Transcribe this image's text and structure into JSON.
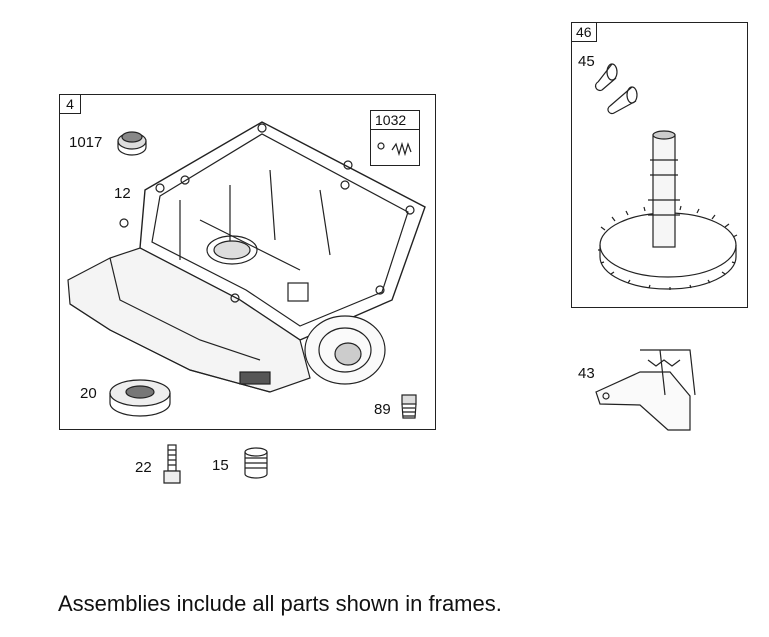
{
  "frames": {
    "main": {
      "tag": "4"
    },
    "sub": {
      "tag": "1032"
    },
    "right": {
      "tag": "46"
    }
  },
  "callouts": {
    "p1017": "1017",
    "p12": "12",
    "p20": "20",
    "p89": "89",
    "p22": "22",
    "p15": "15",
    "p45": "45",
    "p43": "43"
  },
  "footer": "Assemblies include all parts shown in frames.",
  "icons": [
    "sump-housing-icon",
    "oil-seal-icon",
    "drain-plug-icon",
    "bolt-icon",
    "plug-icon",
    "pin-icon",
    "camshaft-gear-icon",
    "governor-bracket-icon",
    "grommet-icon",
    "valve-spring-icon",
    "dipstick-fitting-icon"
  ]
}
